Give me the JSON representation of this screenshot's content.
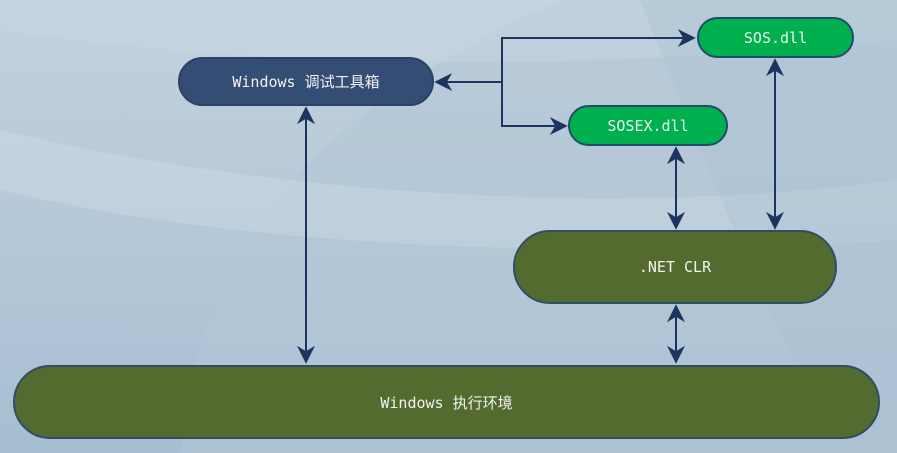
{
  "diagram": {
    "nodes": {
      "debug_tools": {
        "label": "Windows 调试工具箱",
        "color": "#344d75"
      },
      "sos": {
        "label": "SOS.dll",
        "color": "#00b04f"
      },
      "sosex": {
        "label": "SOSEX.dll",
        "color": "#00b04f"
      },
      "clr": {
        "label": ".NET CLR",
        "color": "#546b2f"
      },
      "exec_env": {
        "label": "Windows 执行环境",
        "color": "#546b2f"
      }
    },
    "edges": [
      {
        "from": "debug_tools",
        "to": "sos",
        "direction": "bidirectional"
      },
      {
        "from": "debug_tools",
        "to": "sosex",
        "direction": "bidirectional"
      },
      {
        "from": "debug_tools",
        "to": "exec_env",
        "direction": "bidirectional"
      },
      {
        "from": "sosex",
        "to": "clr",
        "direction": "bidirectional"
      },
      {
        "from": "sos",
        "to": "clr",
        "direction": "bidirectional"
      },
      {
        "from": "clr",
        "to": "exec_env",
        "direction": "bidirectional"
      }
    ],
    "arrow_color": "#1c355e"
  }
}
